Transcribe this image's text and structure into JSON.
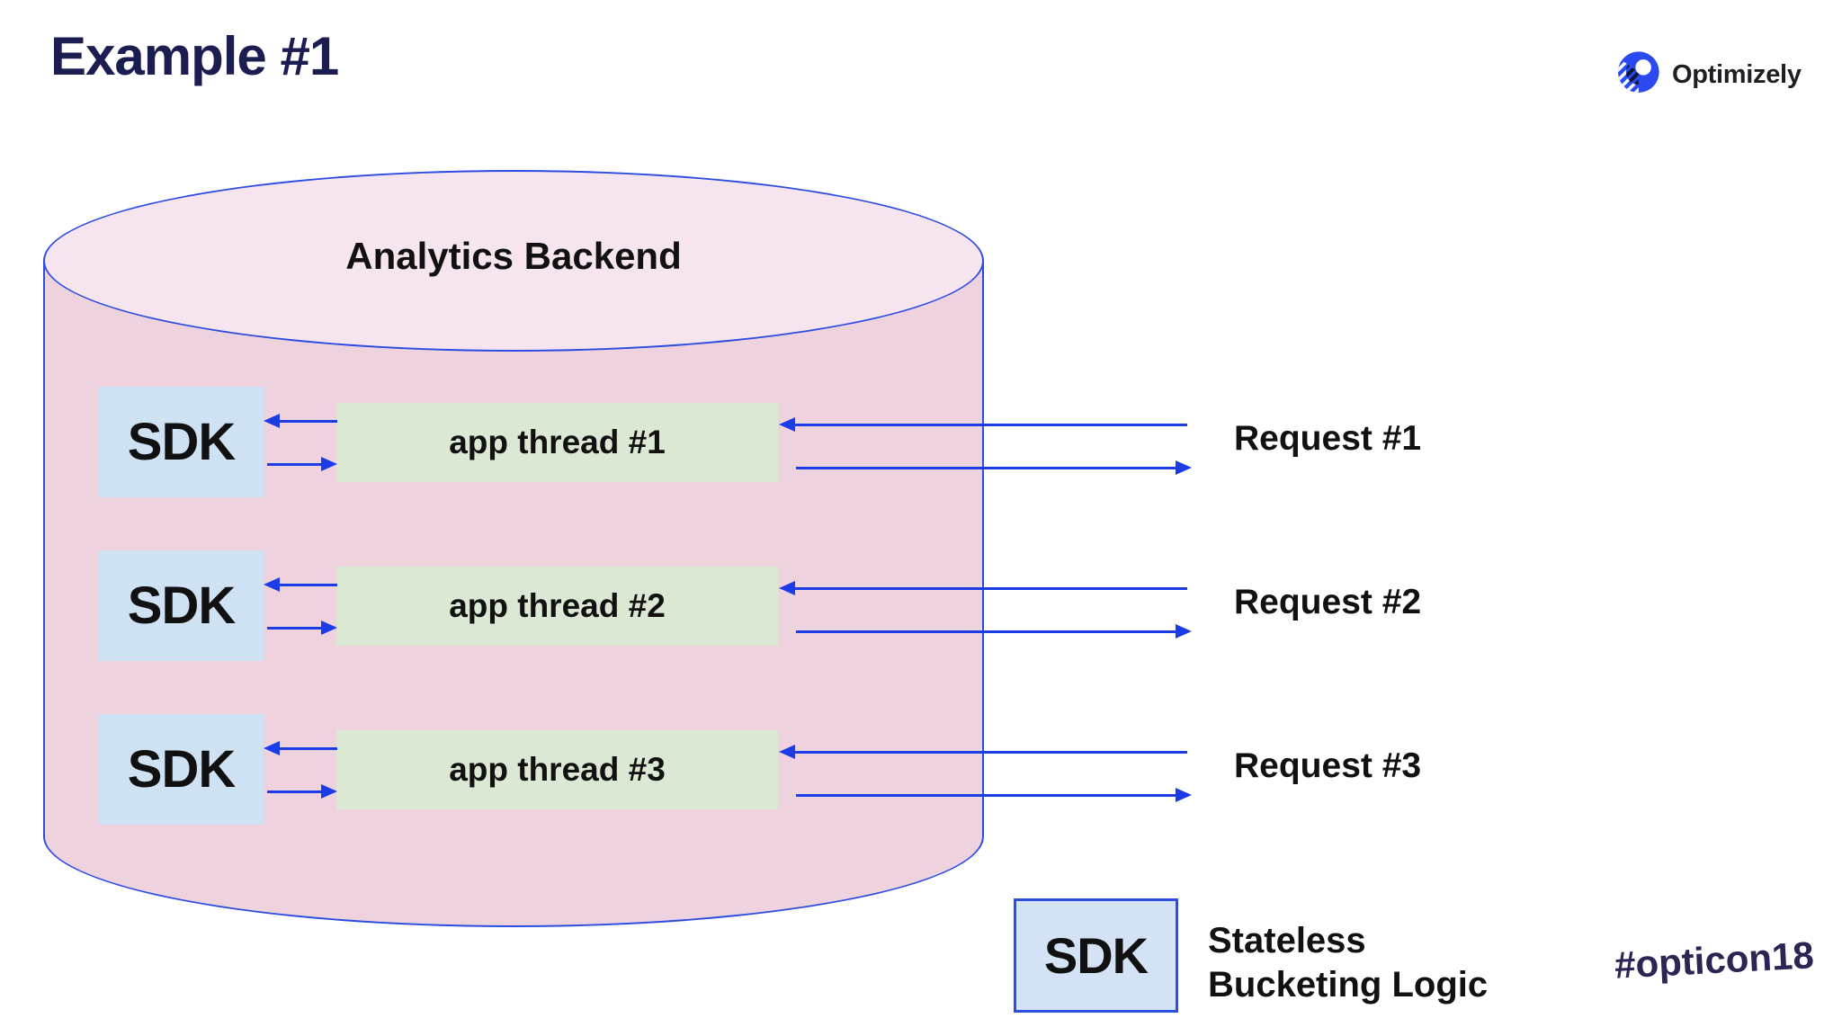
{
  "slide": {
    "title": "Example #1"
  },
  "logo": {
    "text": "Optimizely"
  },
  "diagram": {
    "backend_label": "Analytics Backend",
    "rows": [
      {
        "sdk_label": "SDK",
        "thread_label": "app thread #1",
        "request_label": "Request #1"
      },
      {
        "sdk_label": "SDK",
        "thread_label": "app thread #2",
        "request_label": "Request #2"
      },
      {
        "sdk_label": "SDK",
        "thread_label": "app thread #3",
        "request_label": "Request #3"
      }
    ]
  },
  "legend": {
    "sdk_label": "SDK",
    "caption_line1": "Stateless",
    "caption_line2": "Bucketing Logic"
  },
  "footer": {
    "hashtag": "#opticon18"
  },
  "colors": {
    "title": "#1b1c4f",
    "cylinder_top": "#f6e5ef",
    "cylinder_body": "#eed3df",
    "cylinder_border": "#2c4ce0",
    "sdk_box": "#cfe2f4",
    "legend_sdk_box": "#d3e3f5",
    "legend_sdk_border": "#2b50e0",
    "thread_box": "#dbe8d4",
    "arrow": "#1c3ce8",
    "text": "#111111",
    "hashtag": "#2d2453",
    "logo_blue": "#2a4af0",
    "logo_dark": "#0d1534",
    "logo_text": "#1d1f23"
  }
}
